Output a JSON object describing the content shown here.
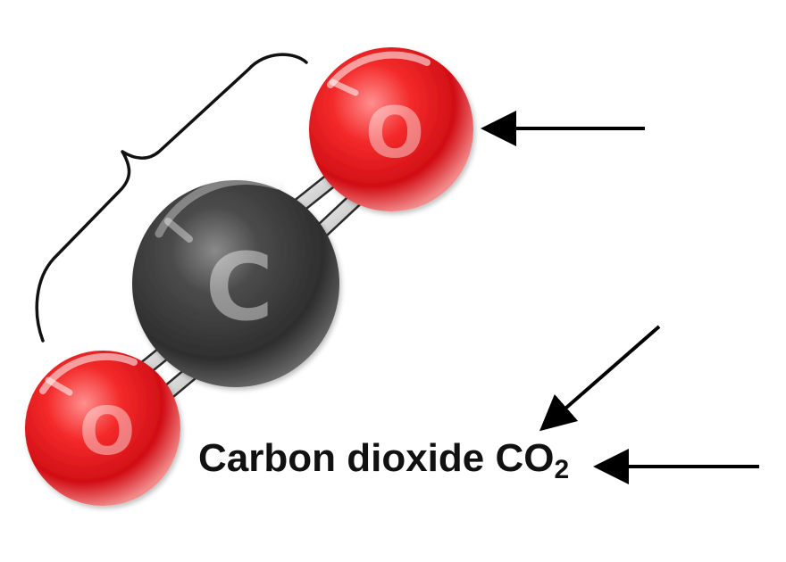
{
  "molecule": {
    "caption_main": "Carbon dioxide CO",
    "caption_subscript": "2",
    "atoms": {
      "oxygen_top": "O",
      "carbon": "C",
      "oxygen_bottom": "O"
    },
    "bond_type": "double",
    "colors": {
      "oxygen": "#e0121b",
      "carbon": "#3a3a3a",
      "bond": "#dcdcdc",
      "arrow": "#000000",
      "text": "#111111"
    }
  },
  "annotations": {
    "bracket_label": "",
    "arrow_oxygen_label": "",
    "arrow_caption_label": "",
    "arrow_diagonal_label": ""
  }
}
